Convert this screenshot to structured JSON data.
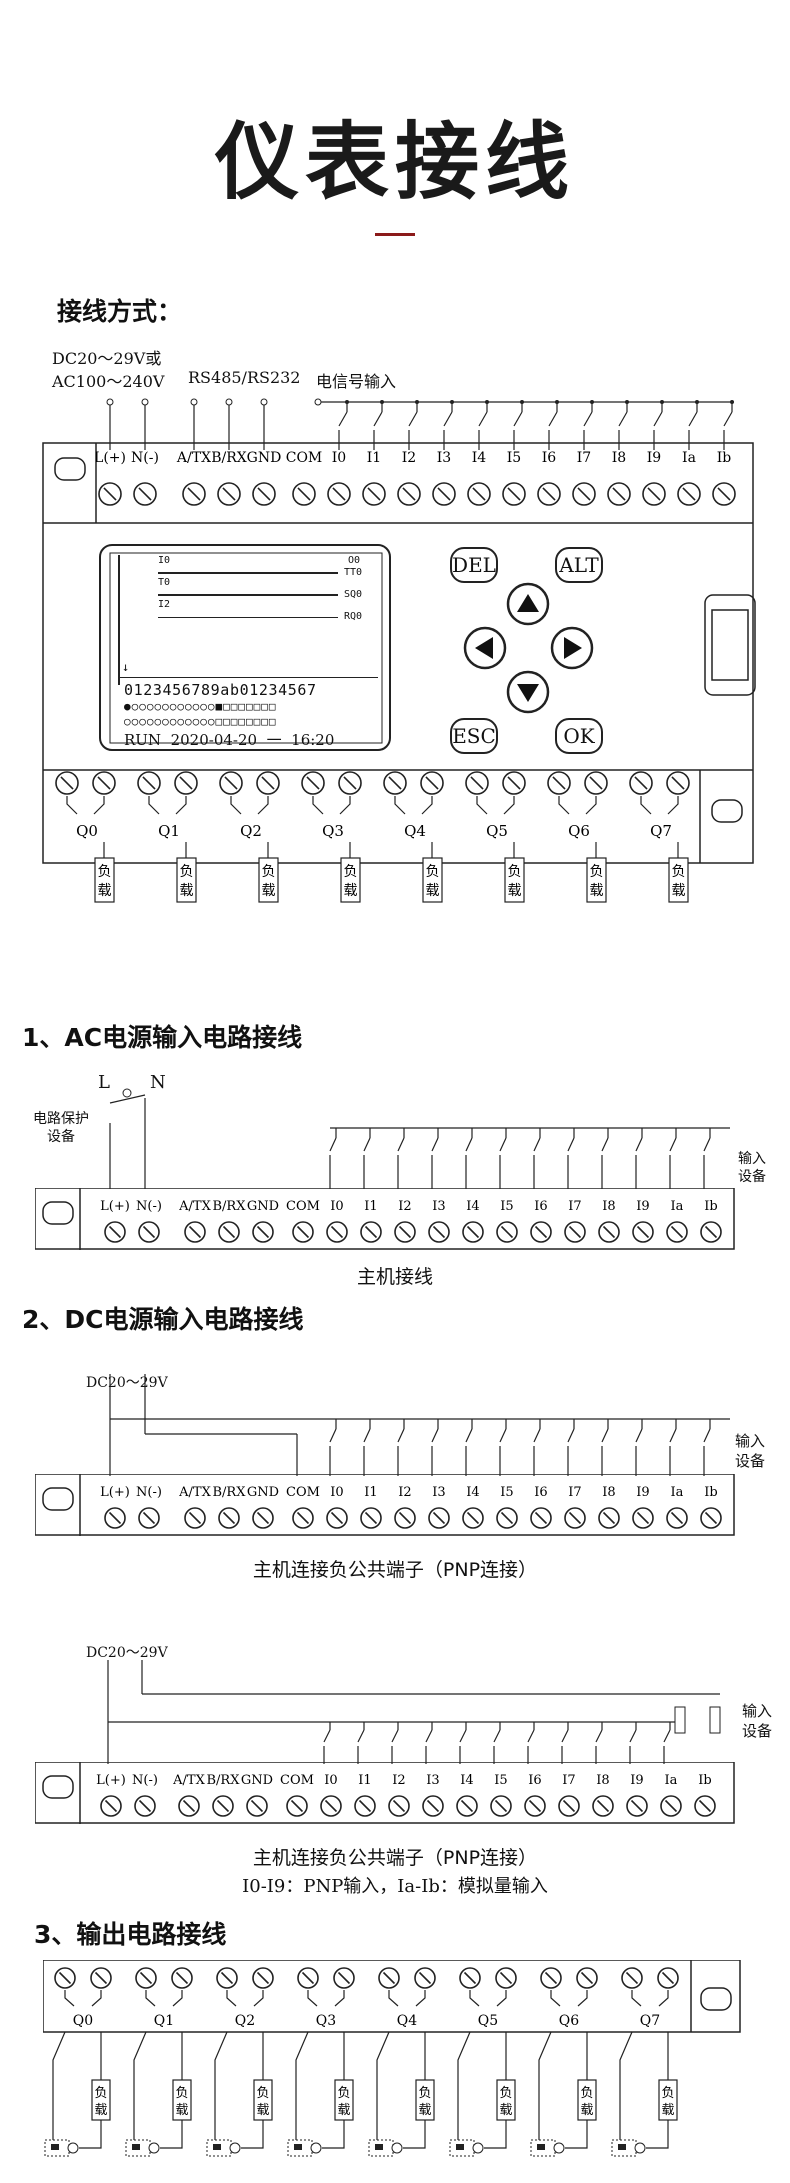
{
  "title": "仪表接线",
  "wiring_label": "接线方式：",
  "top": {
    "power_label_1": "DC20～29V或",
    "power_label_2": "AC100～240V",
    "rs_label": "RS485/RS232",
    "signal_label": "电信号输入",
    "input_terminals": [
      "L(+)",
      "N(-)",
      "A/TX",
      "B/RX",
      "GND",
      "COM",
      "I0",
      "I1",
      "I2",
      "I3",
      "I4",
      "I5",
      "I6",
      "I7",
      "I8",
      "I9",
      "Ia",
      "Ib"
    ],
    "buttons": {
      "del": "DEL",
      "alt": "ALT",
      "esc": "ESC",
      "ok": "OK"
    },
    "lcd": {
      "row1_left": "I0",
      "row1_right": "O0",
      "row1_out": "TT0",
      "row2_left": "T0",
      "row2_out": "SQ0",
      "row3_left": "I2",
      "row3_out": "RQ0",
      "arrow": "↓",
      "index_line": "0123456789ab01234567",
      "status_line": "RUN  2020-04-20  一  16:20"
    },
    "outputs": [
      "Q0",
      "Q1",
      "Q2",
      "Q3",
      "Q4",
      "Q5",
      "Q6",
      "Q7"
    ],
    "load_label": "负载"
  },
  "section1": {
    "heading": "1、AC电源输入电路接线",
    "l_label": "L",
    "n_label": "N",
    "protect_1": "电路保护",
    "protect_2": "设备",
    "input_dev_1": "输入",
    "input_dev_2": "设备",
    "caption": "主机接线"
  },
  "section2": {
    "heading": "2、DC电源输入电路接线",
    "dc_label": "DC20～29V",
    "input_dev_1": "输入",
    "input_dev_2": "设备",
    "caption_a": "主机连接负公共端子（PNP连接）",
    "caption_b": "主机连接负公共端子（PNP连接）",
    "caption_c": "I0-I9：PNP输入，Ia-Ib：模拟量输入"
  },
  "section3": {
    "heading": "3、输出电路接线"
  }
}
